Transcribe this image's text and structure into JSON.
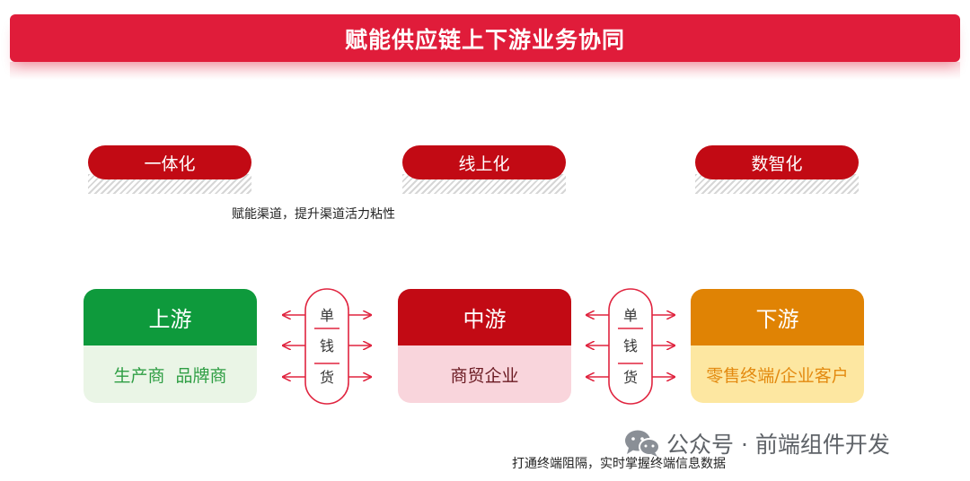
{
  "title": "赋能供应链上下游业务协同",
  "pills": [
    {
      "label": "一体化"
    },
    {
      "label": "线上化"
    },
    {
      "label": "数智化"
    }
  ],
  "captions": {
    "top": "赋能渠道，提升渠道活力粘性",
    "bottom": "打通终端阻隔，实时掌握终端信息数据"
  },
  "stages": [
    {
      "name": "上游",
      "detail": "生产商  品牌商",
      "head_color": "#0e9a3c",
      "body_color": "#eaf5e6",
      "text_color": "#2f9e44"
    },
    {
      "name": "中游",
      "detail": "商贸企业",
      "head_color": "#c20a14",
      "body_color": "#f9d5dc",
      "text_color": "#6a1a22"
    },
    {
      "name": "下游",
      "detail": "零售终端/企业客户",
      "head_color": "#e08304",
      "body_color": "#fde7a1",
      "text_color": "#e38a10"
    }
  ],
  "flows": [
    {
      "items": [
        "单",
        "钱",
        "货"
      ]
    },
    {
      "items": [
        "单",
        "钱",
        "货"
      ]
    }
  ],
  "watermark": {
    "icon": "wechat-icon",
    "text": "公众号 · 前端组件开发"
  },
  "colors": {
    "accent": "#e01c3a",
    "pill": "#c20a14",
    "arrow": "#e0243f"
  }
}
